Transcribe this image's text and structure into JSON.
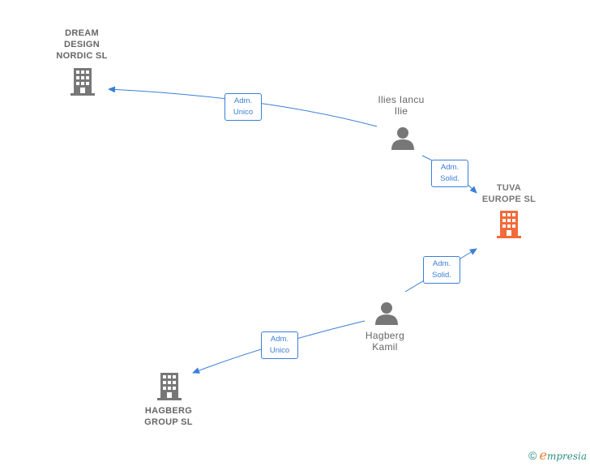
{
  "nodes": {
    "dream_design": {
      "label": "DREAM\nDESIGN\nNORDIC  SL",
      "type": "company",
      "color": "#777777"
    },
    "tuva": {
      "label": "TUVA\nEUROPE  SL",
      "type": "company-main",
      "color": "#f26b3a"
    },
    "hagberg_group": {
      "label": "HAGBERG\nGROUP  SL",
      "type": "company",
      "color": "#777777"
    },
    "ilies": {
      "label": "Ilies Iancu\nIlie",
      "type": "person",
      "color": "#777777"
    },
    "hagberg_kamil": {
      "label": "Hagberg\nKamil",
      "type": "person",
      "color": "#777777"
    }
  },
  "edges": {
    "ilies_dream": {
      "label": "Adm.\nUnico"
    },
    "ilies_tuva": {
      "label": "Adm.\nSolid."
    },
    "kamil_tuva": {
      "label": "Adm.\nSolid."
    },
    "kamil_group": {
      "label": "Adm.\nUnico"
    }
  },
  "colors": {
    "edge": "#3a7fd8",
    "company": "#777777",
    "main_company": "#f26b3a"
  },
  "footer": {
    "copyright": "©",
    "brand_initial": "e",
    "brand_rest": "mpresia"
  }
}
